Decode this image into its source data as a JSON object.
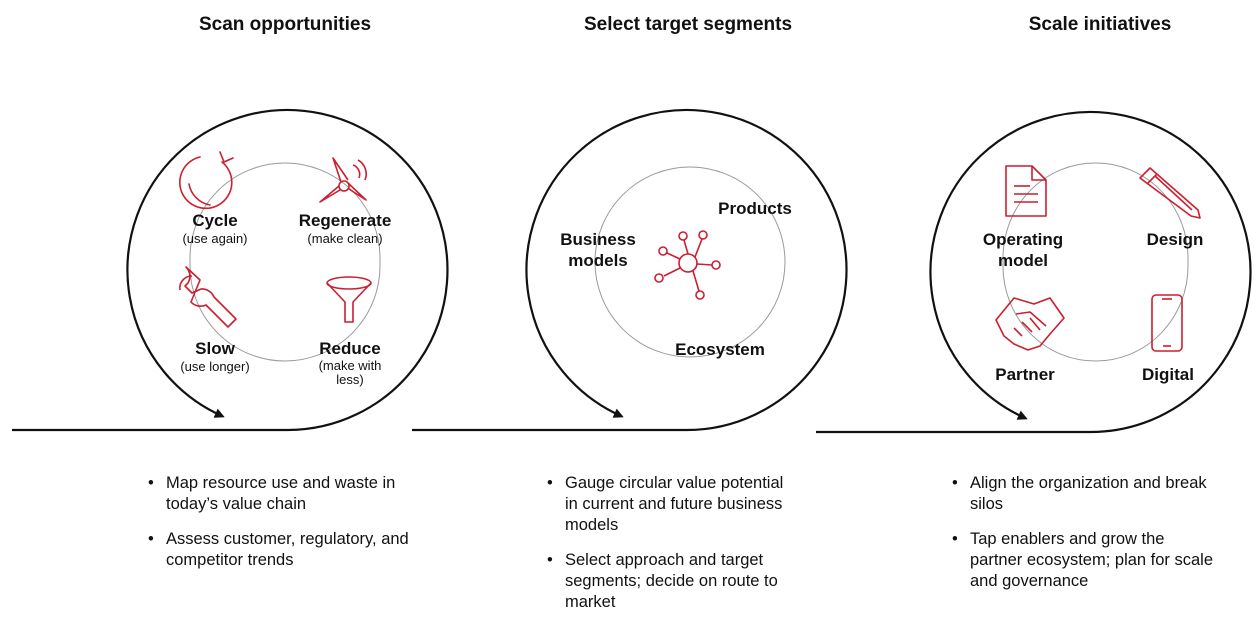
{
  "colors": {
    "accent": "#cc1f2f",
    "line": "#111111",
    "thin": "#9a9a9a"
  },
  "stage1": {
    "title": "Scan opportunities",
    "items": [
      {
        "label": "Cycle",
        "sub": "(use again)",
        "icon": "cycle-icon"
      },
      {
        "label": "Regenerate",
        "sub": "(make clean)",
        "icon": "wind-turbine-icon"
      },
      {
        "label": "Slow",
        "sub": "(use longer)",
        "icon": "wrench-icon"
      },
      {
        "label": "Reduce",
        "sub_line1": "(make with",
        "sub_line2": "less)",
        "icon": "funnel-icon"
      }
    ],
    "bullets": [
      "Map resource use and waste in today’s value chain",
      "Assess customer, regulatory, and competitor trends"
    ]
  },
  "stage2": {
    "title": "Select target segments",
    "items": [
      {
        "label": "Products"
      },
      {
        "label_line1": "Business",
        "label_line2": "models"
      },
      {
        "label": "Ecosystem"
      }
    ],
    "icon": "network-hub-icon",
    "bullets": [
      "Gauge circular value potential in current and future business models",
      "Select approach and target segments; decide on route to market"
    ]
  },
  "stage3": {
    "title": "Scale initiatives",
    "items": [
      {
        "label_line1": "Operating",
        "label_line2": "model",
        "icon": "document-icon"
      },
      {
        "label": "Design",
        "icon": "pencil-icon"
      },
      {
        "label": "Partner",
        "icon": "handshake-icon"
      },
      {
        "label": "Digital",
        "icon": "smartphone-icon"
      }
    ],
    "bullets": [
      "Align the organization and break silos",
      "Tap enablers and grow the partner ecosystem; plan for scale and governance"
    ]
  }
}
